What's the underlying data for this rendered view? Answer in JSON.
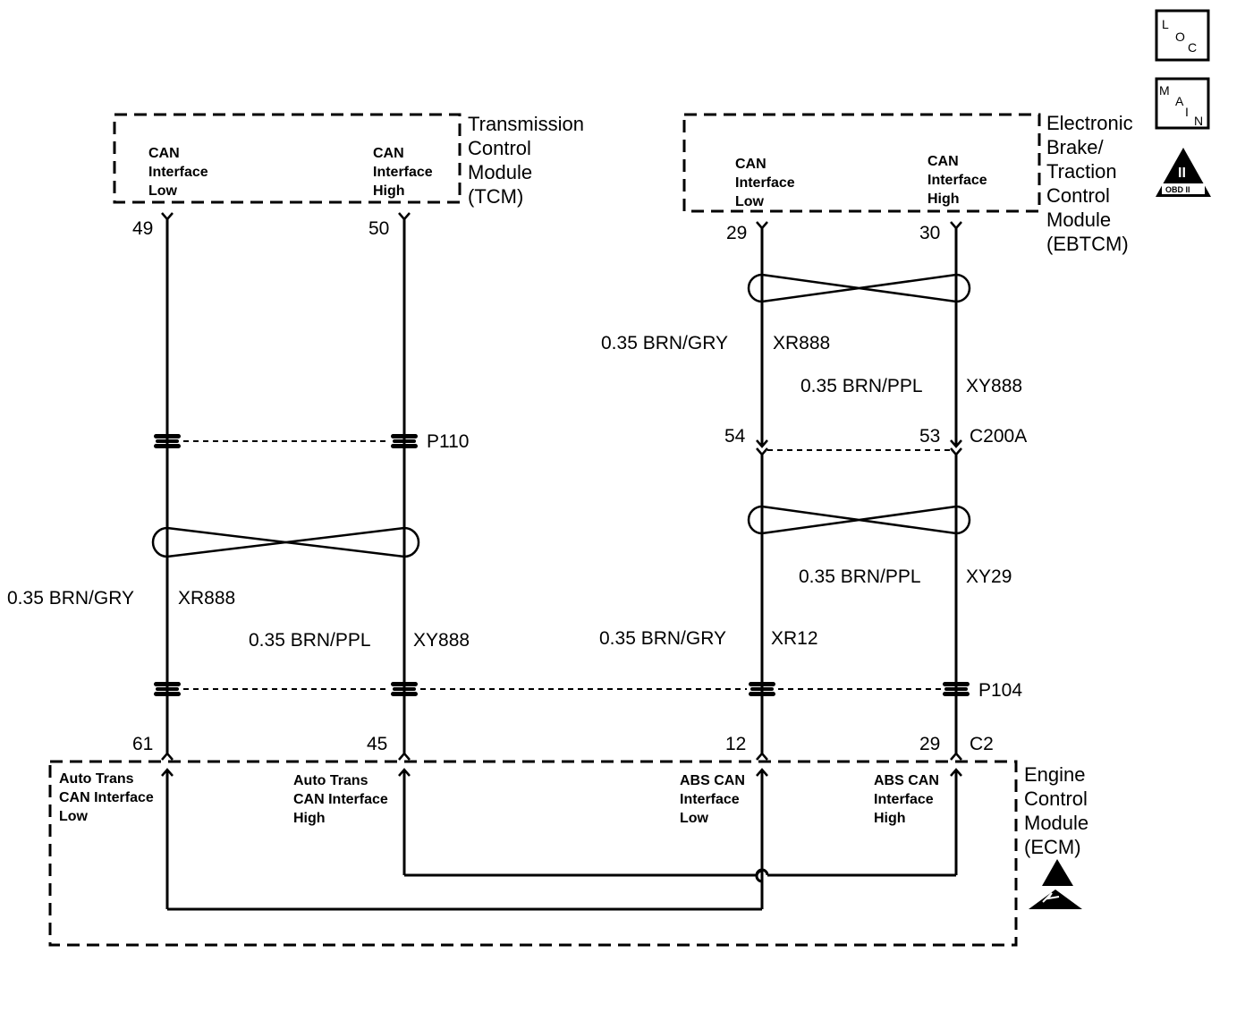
{
  "tcm": {
    "name": [
      "Transmission",
      "Control",
      "Module",
      "(TCM)"
    ],
    "low": [
      "CAN",
      "Interface",
      "Low"
    ],
    "high": [
      "CAN",
      "Interface",
      "High"
    ],
    "pin_low": "49",
    "pin_high": "50"
  },
  "ebtcm": {
    "name": [
      "Electronic",
      "Brake/",
      "Traction",
      "Control",
      "Module",
      "(EBTCM)"
    ],
    "low": [
      "CAN",
      "Interface",
      "Low"
    ],
    "high": [
      "CAN",
      "Interface",
      "High"
    ],
    "pin_low": "29",
    "pin_high": "30"
  },
  "ecm": {
    "name": [
      "Engine",
      "Control",
      "Module",
      "(ECM)"
    ],
    "at_low": [
      "Auto Trans",
      "CAN Interface",
      "Low"
    ],
    "at_high": [
      "Auto Trans",
      "CAN Interface",
      "High"
    ],
    "abs_low": [
      "ABS CAN",
      "Interface",
      "Low"
    ],
    "abs_high": [
      "ABS CAN",
      "Interface",
      "High"
    ],
    "pin_61": "61",
    "pin_45": "45",
    "pin_12": "12",
    "pin_29": "29",
    "connector": "C2"
  },
  "wires": {
    "tcm_low_upper": "0.35 BRN/GRY",
    "tcm_low_upper_id": "XR888",
    "tcm_high_upper": "0.35 BRN/PPL",
    "tcm_high_upper_id": "XY888",
    "eb_low_upper": "0.35 BRN/GRY",
    "eb_low_upper_id": "XR888",
    "eb_high_upper": "0.35 BRN/PPL",
    "eb_high_upper_id": "XY888",
    "eb_high_lower": "0.35 BRN/PPL",
    "eb_high_lower_id": "XY29",
    "eb_low_lower": "0.35 BRN/GRY",
    "eb_low_lower_id": "XR12"
  },
  "connectors": {
    "p110": "P110",
    "c200a": "C200A",
    "c200a_pin_low": "54",
    "c200a_pin_high": "53",
    "p104": "P104"
  },
  "icons": {
    "loc": [
      "L",
      "O",
      "C"
    ],
    "main": [
      "M",
      "A",
      "I",
      "N"
    ],
    "obd": "OBD II",
    "obd_numeral": "II"
  }
}
